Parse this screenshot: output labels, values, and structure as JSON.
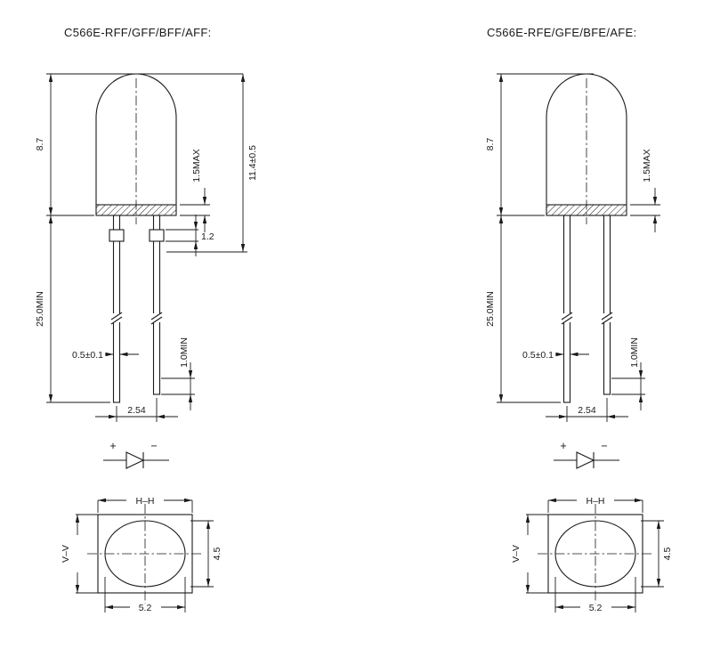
{
  "page": {
    "background": "#ffffff",
    "line_color": "#1a1a1a"
  },
  "diagrams": [
    {
      "id": "left",
      "title": "C566E-RFF/GFF/BFF/AFF:",
      "dimensions": {
        "body_height": "8.7",
        "overall_height": "11.4±0.5",
        "flange_thickness": "1.5MAX",
        "standoff_height": "1.2",
        "lead_length": "25.0MIN",
        "lead_width": "0.5±0.1",
        "lead_tip": "1.0MIN",
        "lead_pitch": "2.54"
      },
      "polarity": {
        "anode": "+",
        "cathode": "−"
      },
      "bottom_view": {
        "section_h": "H–H",
        "section_v": "V–V",
        "height": "4.5",
        "width": "5.2"
      }
    },
    {
      "id": "right",
      "title": "C566E-RFE/GFE/BFE/AFE:",
      "dimensions": {
        "body_height": "8.7",
        "flange_thickness": "1.5MAX",
        "lead_length": "25.0MIN",
        "lead_width": "0.5±0.1",
        "lead_tip": "1.0MIN",
        "lead_pitch": "2.54"
      },
      "polarity": {
        "anode": "+",
        "cathode": "−"
      },
      "bottom_view": {
        "section_h": "H–H",
        "section_v": "V–V",
        "height": "4.5",
        "width": "5.2"
      }
    }
  ]
}
